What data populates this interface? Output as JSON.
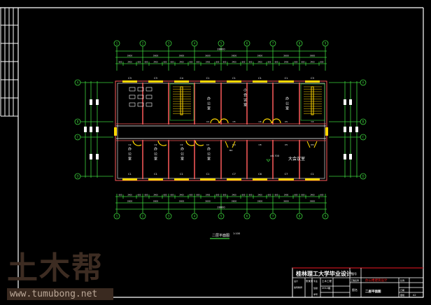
{
  "drawing": {
    "title": "二层平面图",
    "scale": "1:100",
    "elevation": "±0.700",
    "axes_x": [
      "1",
      "2",
      "3",
      "4",
      "5",
      "6",
      "7",
      "8",
      "9"
    ],
    "axes_y": [
      "A",
      "B",
      "C",
      "D"
    ],
    "bay_dim": "3600",
    "total_dim": "28800",
    "sub_dims": [
      "600",
      "2400",
      "600"
    ],
    "rooms": {
      "office": "办公室",
      "small_meeting": "小会议室",
      "large_meeting": "大会议室"
    },
    "windows_top": [
      "C3",
      "C3",
      "C4",
      "C1",
      "C1",
      "C1",
      "C1",
      "C3"
    ],
    "windows_bottom": [
      "C1",
      "C1",
      "C1",
      "C1",
      "C7",
      "C6",
      "C7",
      "C1"
    ],
    "corridor_top": [
      "C2",
      "C5",
      "C6",
      "C5",
      "C2"
    ],
    "corridor_bottom": [
      "C2",
      "C2",
      "C2",
      "C2",
      "M4",
      "C8",
      "C5",
      "M4"
    ],
    "door": "M4"
  },
  "title_block": {
    "school": "桂林理工大学毕业设计",
    "drawing_no_label": "图号",
    "project_label": "工程名称",
    "project": "办公楼建筑设计",
    "drawing_name_label": "图名",
    "drawing_name": "二层平面图",
    "designer_label": "设计",
    "designer": "张某某",
    "major_label": "专业",
    "major": "土木工程",
    "class_label": "班级",
    "class": "2012级",
    "id_label": "学号",
    "advisor_label": "指导教师",
    "scale_label": "比例",
    "date_label": "日期",
    "sheet_label": "图幅",
    "sheet": "A2"
  },
  "watermark": {
    "logo": "土木帮",
    "url": "www.tumubong.net"
  },
  "colors": {
    "axis": "#3cd23c",
    "wall": "#ff5a5a",
    "window": "#ffd700",
    "frame": "#ffffff",
    "redline": "#c0141e"
  }
}
